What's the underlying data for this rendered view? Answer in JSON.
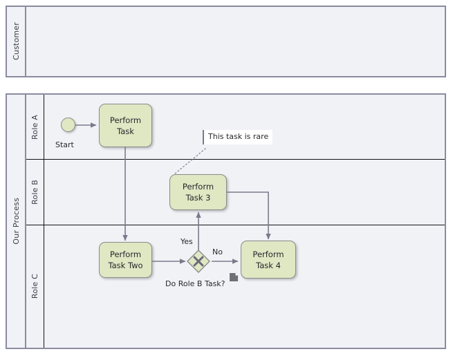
{
  "diagram": {
    "type": "bpmn-process-diagram",
    "colors": {
      "pool_border": "#8a8aa0",
      "pool_fill": "#f1f2f6",
      "lane_divider": "#121212",
      "task_fill": "#dfe7c3",
      "task_border": "#8a8a8a",
      "flow_line": "#7a7a8c",
      "annotation_fill": "#ffffff",
      "text": "#27272c"
    }
  },
  "pools": [
    {
      "id": "pool-customer",
      "label": "Customer",
      "lanes": []
    },
    {
      "id": "pool-our-process",
      "label": "Our Process",
      "lanes": [
        {
          "id": "lane-role-a",
          "label": "Role A"
        },
        {
          "id": "lane-role-b",
          "label": "Role B"
        },
        {
          "id": "lane-role-c",
          "label": "Role C"
        }
      ]
    }
  ],
  "elements": {
    "start_event": {
      "name": "start-event",
      "label": "Start"
    },
    "task_perform_task": {
      "line1": "Perform",
      "line2": "Task"
    },
    "task_perform_task_3": {
      "line1": "Perform",
      "line2": "Task 3"
    },
    "task_perform_task_two": {
      "line1": "Perform",
      "line2": "Task Two"
    },
    "task_perform_task_4": {
      "line1": "Perform",
      "line2": "Task 4"
    },
    "gateway": {
      "name": "exclusive-gateway",
      "label": "Do Role B Task?",
      "marker": "X"
    },
    "data_object": {
      "name": "document-icon"
    }
  },
  "flow_labels": {
    "yes": "Yes",
    "no": "No"
  },
  "annotations": [
    {
      "id": "annotation-rare",
      "text": "This task is rare"
    }
  ]
}
